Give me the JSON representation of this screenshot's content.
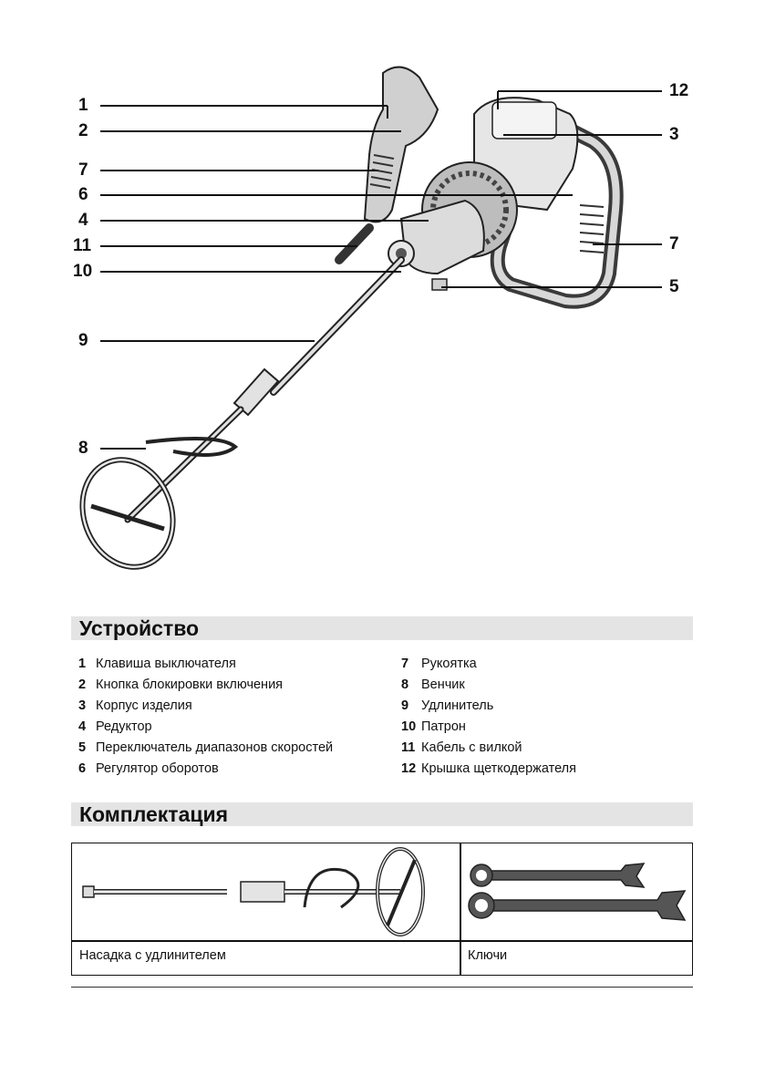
{
  "figure": {
    "callouts": [
      "1",
      "2",
      "7",
      "6",
      "4",
      "11",
      "10",
      "9",
      "8",
      "12",
      "3",
      "7",
      "5"
    ]
  },
  "device_section": {
    "title": "Устройство",
    "parts": [
      {
        "num": "1",
        "label": "Клавиша выключателя"
      },
      {
        "num": "2",
        "label": "Кнопка блокировки включения"
      },
      {
        "num": "3",
        "label": "Корпус изделия"
      },
      {
        "num": "4",
        "label": "Редуктор"
      },
      {
        "num": "5",
        "label": "Переключатель диапазонов скоростей"
      },
      {
        "num": "6",
        "label": "Регулятор оборотов"
      },
      {
        "num": "7",
        "label": "Рукоятка"
      },
      {
        "num": "8",
        "label": "Венчик"
      },
      {
        "num": "9",
        "label": "Удлинитель"
      },
      {
        "num": "10",
        "label": "Патрон"
      },
      {
        "num": "11",
        "label": "Кабель с вилкой"
      },
      {
        "num": "12",
        "label": "Крышка щеткодержателя"
      }
    ]
  },
  "kit_section": {
    "title": "Комплектация",
    "items": [
      {
        "label": "Насадка с удлинителем",
        "icon": "mixer-paddle-with-extension-icon"
      },
      {
        "label": "Ключи",
        "icon": "wrenches-icon"
      }
    ]
  }
}
